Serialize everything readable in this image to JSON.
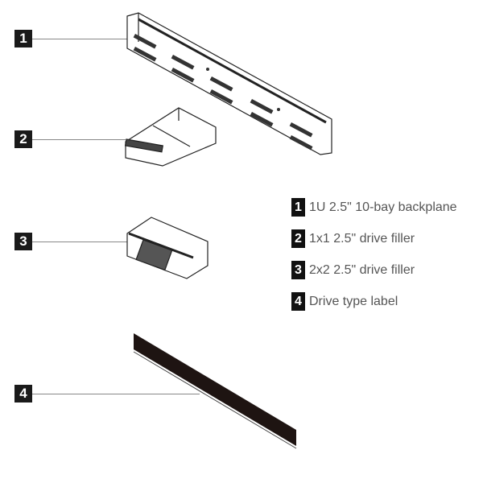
{
  "callouts": [
    {
      "num": "1",
      "label": "1U 2.5\" 10-bay backplane"
    },
    {
      "num": "2",
      "label": "1x1 2.5\" drive filler"
    },
    {
      "num": "3",
      "label": "2x2 2.5\" drive filler"
    },
    {
      "num": "4",
      "label": "Drive type label"
    }
  ]
}
